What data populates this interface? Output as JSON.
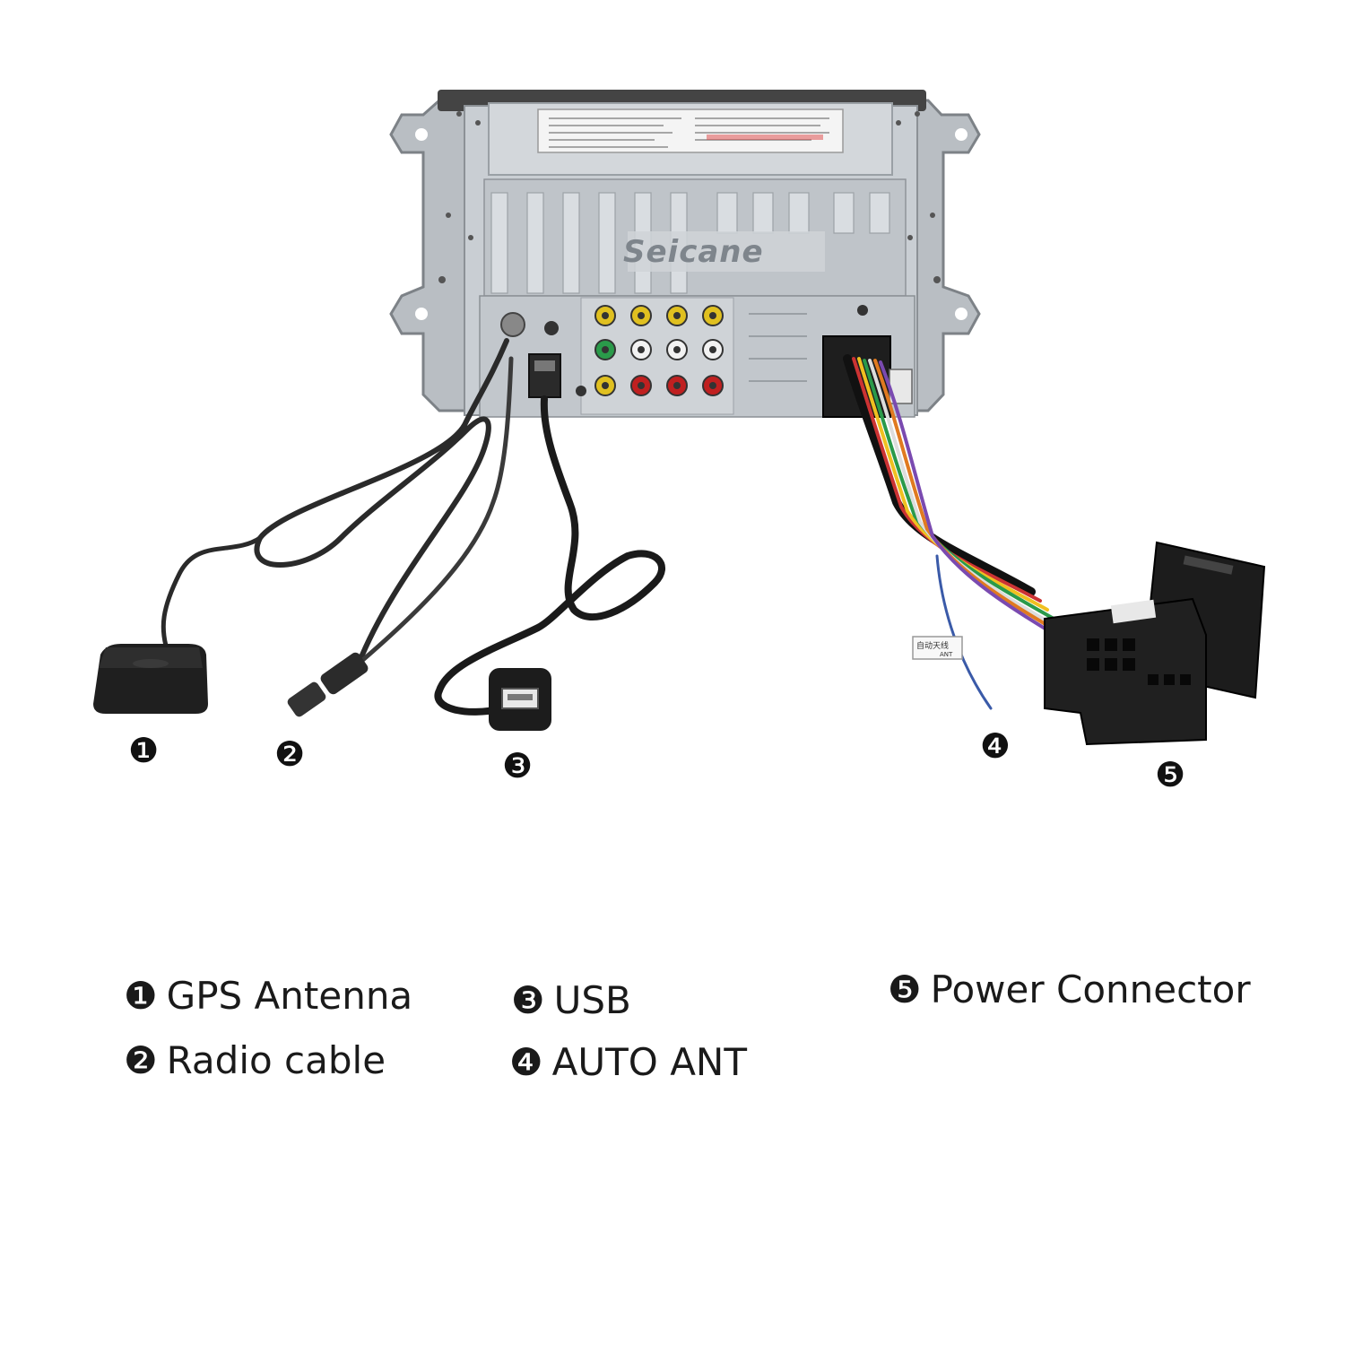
{
  "photo": {
    "brand": "Seicane",
    "antenna_tag": "自动天线",
    "antenna_tag_sub": "ANT"
  },
  "markers": [
    "❶",
    "❷",
    "❸",
    "❹",
    "❺"
  ],
  "legend": [
    {
      "num": "❶",
      "label": "GPS Antenna"
    },
    {
      "num": "❷",
      "label": "Radio cable"
    },
    {
      "num": "❸",
      "label": "USB"
    },
    {
      "num": "❹",
      "label": "AUTO ANT"
    },
    {
      "num": "❺",
      "label": "Power Connector"
    }
  ],
  "colors": {
    "chassis": "#c9ced3",
    "frame": "#7d8287",
    "cable": "#222222",
    "rca_yellow": "#e0c020",
    "rca_green": "#2a9a4a",
    "rca_white": "#f2f2f2",
    "rca_red": "#c02020"
  }
}
